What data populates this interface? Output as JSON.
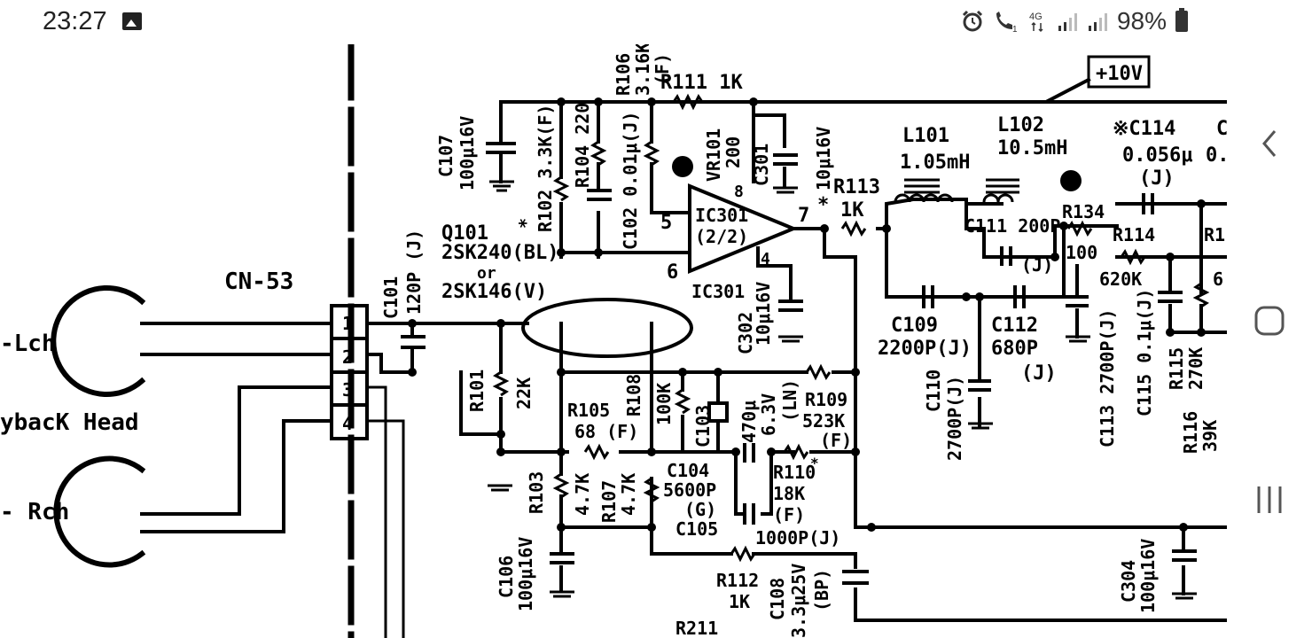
{
  "status_bar": {
    "time": "23:27",
    "battery_percent": "98%",
    "icons": [
      "gallery-icon",
      "alarm-icon",
      "wifi-calling-icon",
      "4g-icon",
      "signal-icon",
      "signal-icon-2",
      "battery-icon"
    ],
    "network": "4G"
  },
  "navigation": {
    "buttons": [
      "back",
      "home",
      "recents"
    ]
  },
  "schematic": {
    "connector": "CN-53",
    "pins": [
      "1",
      "2",
      "3",
      "4"
    ],
    "lch": "-Lch",
    "head": "ybacK Head",
    "rch": "- Rch",
    "supply": "+10V",
    "labels": {
      "r106": "R106",
      "r106v": "3.16K",
      "r106f": "(F)",
      "r111": "R111  1K",
      "c107": "C107",
      "c107v": "100μ16V",
      "r102": "R102 3.3K(F)",
      "r102star": "*",
      "r104": "R104 220",
      "c102": "C102 0.01μ(J)",
      "vr101": "VR101",
      "vr101v": "200",
      "c301": "C301",
      "c301v": "10μ16V",
      "r113": "R113",
      "r113v": "1K",
      "r113star": "*",
      "l101": "L101",
      "l101v": "1.05mH",
      "l102": "L102",
      "l102v": "10.5mH",
      "c114": "※C114",
      "c114v": "0.056μ",
      "c114j": "(J)",
      "c11x": "C",
      "c11xv": "0.",
      "q101": "Q101",
      "q101a": "2SK240(BL)",
      "q101or": "or",
      "q101b": "2SK146(V)",
      "ic301": "IC301",
      "ic301b": "(2/2)",
      "ic301c": "IC301",
      "pin5": "5",
      "pin6": "6",
      "pin7": "7",
      "pin8": "8",
      "pin4": "4",
      "c111": "C111 200P",
      "c111j": "(J)",
      "r134": "R134",
      "r134v": "100",
      "r114": "R114",
      "r114v": "620K",
      "r1x": "R1",
      "r1xv": "6",
      "c101": "C101",
      "c101v": "120P (J)",
      "c302": "C302",
      "c302v": "10μ16V",
      "c109": "C109",
      "c109v": "2200P(J)",
      "c112": "C112",
      "c112v": "680P",
      "c112j": "(J)",
      "c110": "C110",
      "c110v": "2700P(J)",
      "c113": "C113 2700P(J)",
      "c115": "C115 0.1μ(J)",
      "r115": "R115",
      "r115v": "270K",
      "r116": "R116",
      "r116v": "39K",
      "r101": "R101",
      "r101v": "22K",
      "r105": "R105",
      "r105v": "68 (F)",
      "r108": "R108",
      "r108v": "100K",
      "c103": "C103",
      "c103v": "470μ",
      "c103v2": "6.3V",
      "c103v3": "(LN)",
      "r109": "R109",
      "r109v": "523K",
      "r109f": "(F)",
      "r103": "R103",
      "r103v": "4.7K",
      "r107": "R107",
      "r107v": "4.7K",
      "c104": "C104",
      "c104v": "5600P",
      "c104g": "(G)",
      "c105": "C105",
      "r110": "R110",
      "r110v": "18K",
      "r110f": "(F)",
      "r110star": "*",
      "c105v": "1000P(J)",
      "c106": "C106",
      "c106v": "100μ16V",
      "r112": "R112",
      "r112v": "1K",
      "c108": "C108",
      "c108v": "3.3μ25V",
      "c108bp": "(BP)",
      "c304": "C304",
      "c304v": "100μ16V",
      "r211": "R211"
    }
  }
}
